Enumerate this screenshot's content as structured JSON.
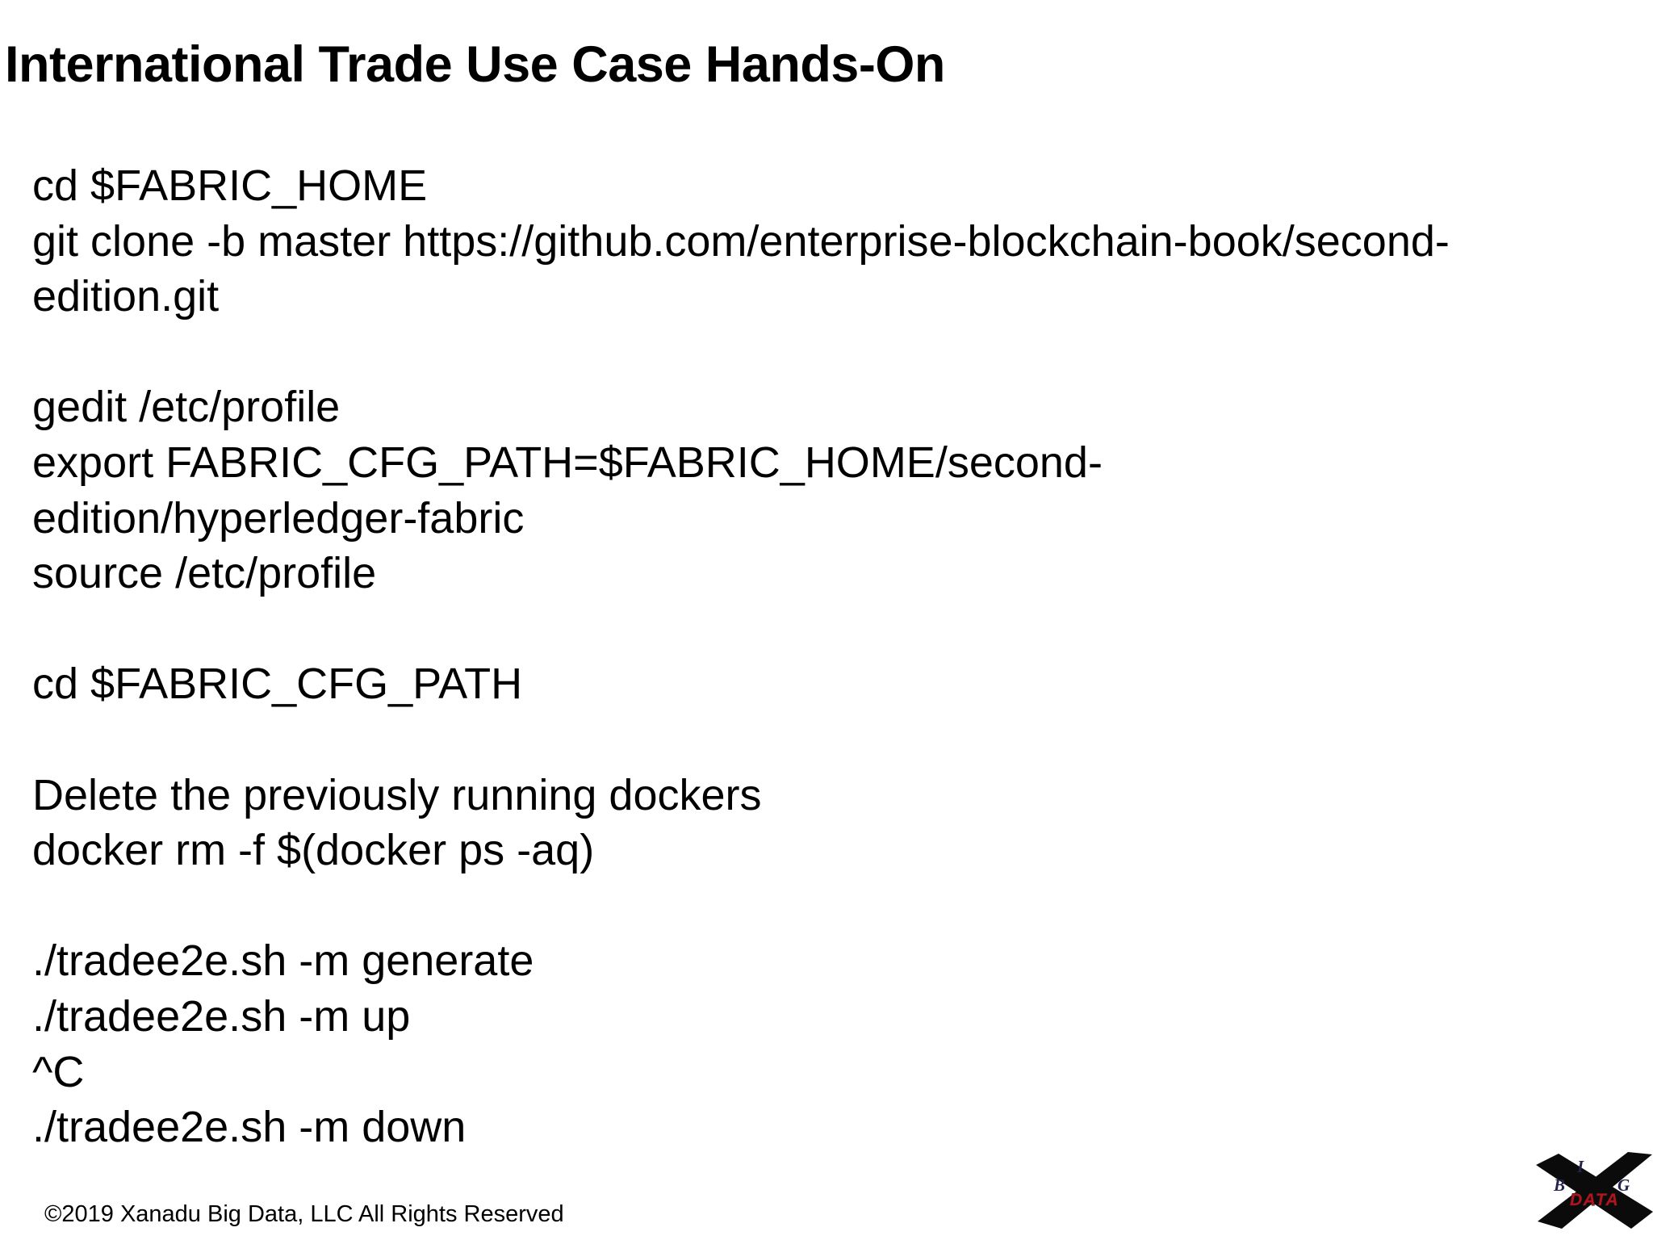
{
  "slide": {
    "title": "International Trade Use Case Hands-On",
    "body_lines": [
      "cd $FABRIC_HOME",
      "git clone -b master https://github.com/enterprise-blockchain-book/second-",
      "edition.git",
      "",
      "gedit /etc/profile",
      "export FABRIC_CFG_PATH=$FABRIC_HOME/second-",
      "edition/hyperledger-fabric",
      "source /etc/profile",
      "",
      "cd $FABRIC_CFG_PATH",
      "",
      "Delete the previously running dockers",
      "docker rm -f $(docker ps -aq)",
      "",
      "./tradee2e.sh -m generate",
      "./tradee2e.sh -m up",
      "^C",
      "./tradee2e.sh -m down"
    ],
    "footer": "©2019 Xanadu Big Data, LLC All Rights Reserved",
    "logo": {
      "letter_b": "B",
      "letter_i": "I",
      "letter_g": "G",
      "word_data": "DATA",
      "colors": {
        "x": "#0b0b0b",
        "big_letters": "#23234e",
        "data": "#b5121b"
      }
    }
  }
}
